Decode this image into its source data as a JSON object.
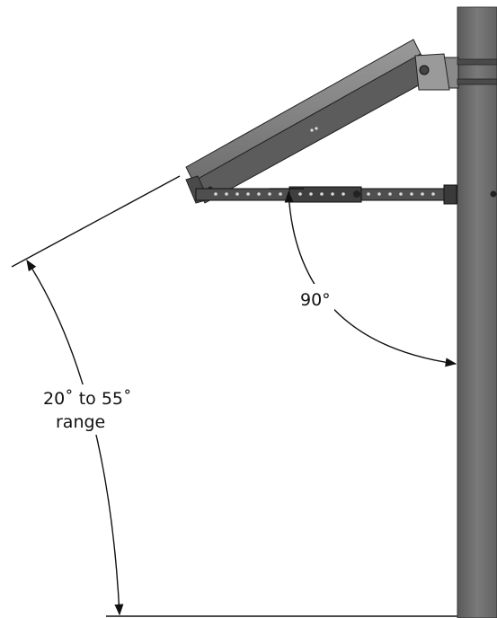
{
  "diagram": {
    "right_angle_label": "90°",
    "tilt_range_label_line1": "20˚ to 55˚",
    "tilt_range_label_line2": "range"
  }
}
